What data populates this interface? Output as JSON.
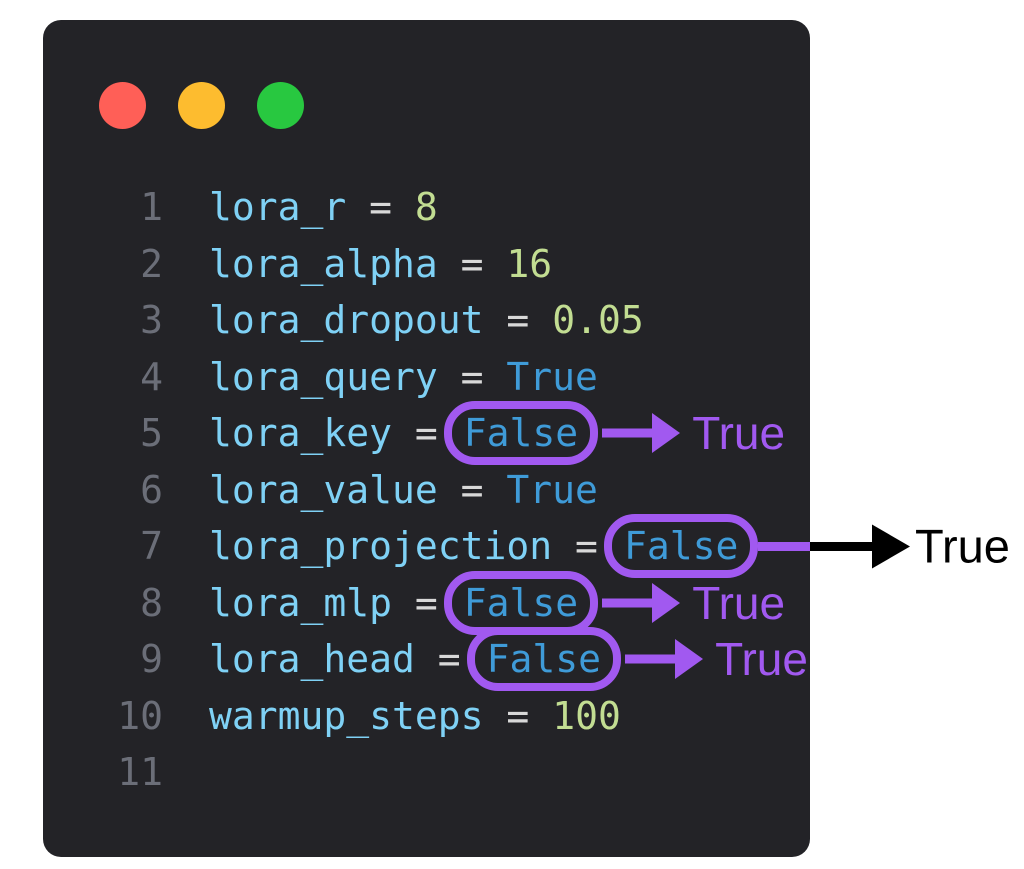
{
  "page": {
    "background": "#ffffff"
  },
  "window": {
    "background": "#232327",
    "traffic_lights": [
      {
        "name": "close-button",
        "color": "#ff5f57"
      },
      {
        "name": "minimize-button",
        "color": "#fdbc2f"
      },
      {
        "name": "zoom-button",
        "color": "#28c840"
      }
    ]
  },
  "colors": {
    "line_number": "#6b6e78",
    "variable": "#7fd1f5",
    "operator": "#d8d8d8",
    "number": "#c2dd92",
    "keyword": "#3f9bd8",
    "annotation_purple": "#a159f0",
    "annotation_black": "#000000"
  },
  "editor": {
    "lines": [
      {
        "number": "1",
        "tokens": [
          {
            "type": "variable",
            "text": "lora_r"
          },
          {
            "type": "operator",
            "text": " = "
          },
          {
            "type": "number",
            "text": "8"
          }
        ]
      },
      {
        "number": "2",
        "tokens": [
          {
            "type": "variable",
            "text": "lora_alpha"
          },
          {
            "type": "operator",
            "text": " = "
          },
          {
            "type": "number",
            "text": "16"
          }
        ]
      },
      {
        "number": "3",
        "tokens": [
          {
            "type": "variable",
            "text": "lora_dropout"
          },
          {
            "type": "operator",
            "text": " = "
          },
          {
            "type": "number",
            "text": "0.05"
          }
        ]
      },
      {
        "number": "4",
        "tokens": [
          {
            "type": "variable",
            "text": "lora_query"
          },
          {
            "type": "operator",
            "text": " = "
          },
          {
            "type": "keyword",
            "text": "True"
          }
        ]
      },
      {
        "number": "5",
        "tokens": [
          {
            "type": "variable",
            "text": "lora_key"
          },
          {
            "type": "operator",
            "text": " ="
          }
        ],
        "pill": {
          "type": "keyword",
          "text": "False"
        },
        "annotation": {
          "style": "purple-arrow",
          "label": "True"
        }
      },
      {
        "number": "6",
        "tokens": [
          {
            "type": "variable",
            "text": "lora_value"
          },
          {
            "type": "operator",
            "text": " = "
          },
          {
            "type": "keyword",
            "text": "True"
          }
        ]
      },
      {
        "number": "7",
        "tokens": [
          {
            "type": "variable",
            "text": "lora_projection"
          },
          {
            "type": "operator",
            "text": " ="
          }
        ],
        "pill": {
          "type": "keyword",
          "text": "False"
        },
        "annotation": {
          "style": "black-arrow-outside",
          "label": "True"
        }
      },
      {
        "number": "8",
        "tokens": [
          {
            "type": "variable",
            "text": "lora_mlp"
          },
          {
            "type": "operator",
            "text": " ="
          }
        ],
        "pill": {
          "type": "keyword",
          "text": "False"
        },
        "annotation": {
          "style": "purple-arrow",
          "label": "True"
        }
      },
      {
        "number": "9",
        "tokens": [
          {
            "type": "variable",
            "text": "lora_head"
          },
          {
            "type": "operator",
            "text": " ="
          }
        ],
        "pill": {
          "type": "keyword",
          "text": "False"
        },
        "annotation": {
          "style": "purple-arrow",
          "label": "True"
        }
      },
      {
        "number": "10",
        "tokens": [
          {
            "type": "variable",
            "text": "warmup_steps"
          },
          {
            "type": "operator",
            "text": " = "
          },
          {
            "type": "number",
            "text": "100"
          }
        ]
      },
      {
        "number": "11",
        "tokens": []
      }
    ]
  }
}
